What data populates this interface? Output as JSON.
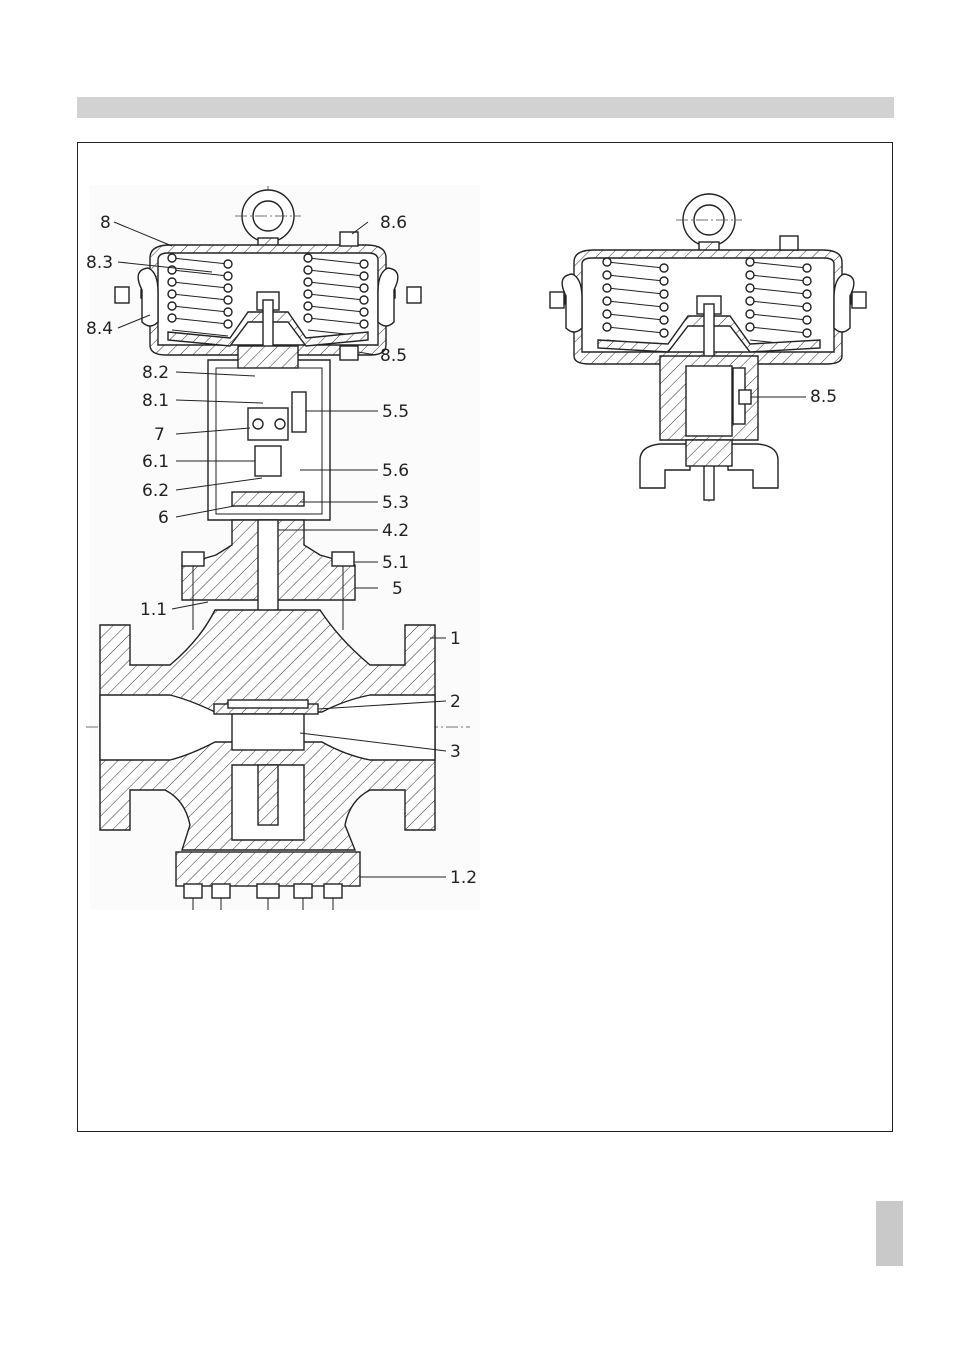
{
  "page": {
    "header_bar": "",
    "tab_marker": ""
  },
  "figure_left": {
    "labels": {
      "l8": "8",
      "l86": "8.6",
      "l83": "8.3",
      "l84": "8.4",
      "l85": "8.5",
      "l82": "8.2",
      "l81": "8.1",
      "l55": "5.5",
      "l7": "7",
      "l61": "6.1",
      "l56": "5.6",
      "l62": "6.2",
      "l53": "5.3",
      "l6": "6",
      "l42": "4.2",
      "l51": "5.1",
      "l5": "5",
      "l11": "1.1",
      "l1": "1",
      "l2": "2",
      "l3": "3",
      "l12": "1.2"
    }
  },
  "figure_right": {
    "labels": {
      "r85": "8.5"
    }
  },
  "colors": {
    "line": "#222222",
    "header_bar": "#d2d2d2",
    "tab_marker": "#c9c9c9"
  }
}
